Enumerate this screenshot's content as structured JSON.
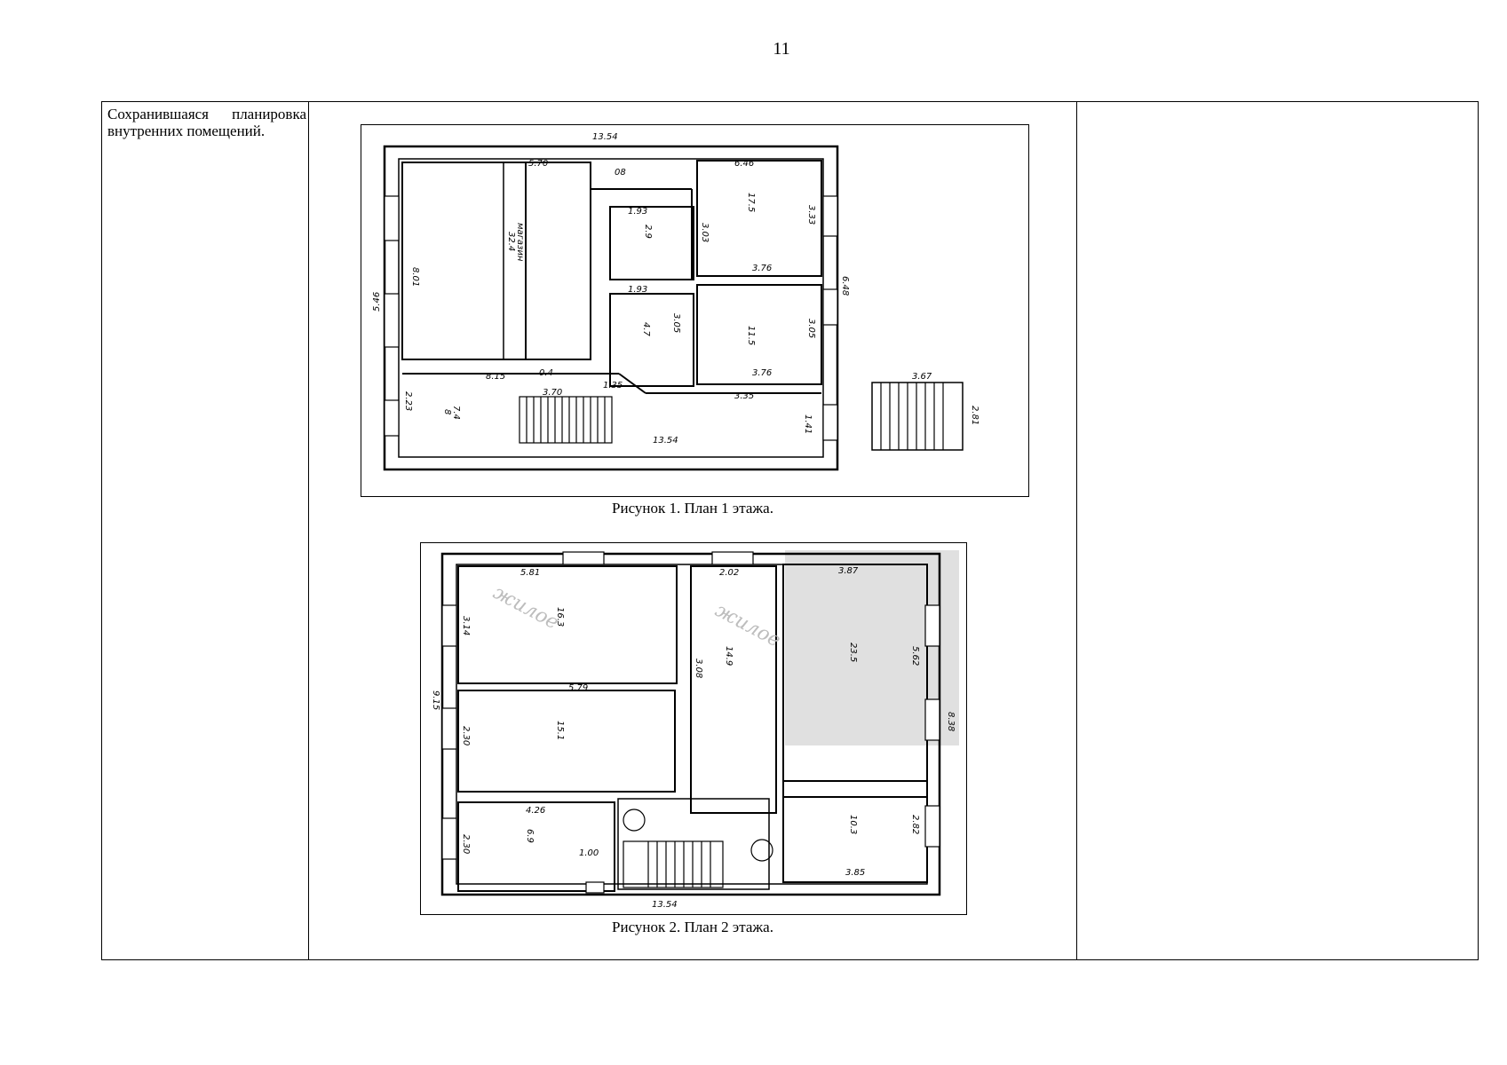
{
  "page": {
    "number": "11"
  },
  "row": {
    "description": "Сохранившаяся планировка внутренних помещений."
  },
  "figures": [
    {
      "caption": "Рисунок 1. План 1 этажа.",
      "dimensions": {
        "top_width": "13.54",
        "bottom_width": "13.54",
        "room_a_width": "5.70",
        "room_b_width": "6.46",
        "small1_width": "1.93",
        "small2_width": "1.93",
        "room_c_width": "3.76",
        "room_d_width": "3.76",
        "corridor_a": "8.15",
        "corridor_b": "3.35",
        "stair_len": "3.70",
        "porch_width": "3.67",
        "diag": "1.35",
        "left_height": "5.46",
        "left_inner": "8.01",
        "right_h1": "3.33",
        "right_h2": "3.05",
        "right_total": "6.48",
        "inner_h1": "3.03",
        "inner_h2": "3.05",
        "porch_h": "2.81",
        "left_low": "2.23",
        "label_corridor": "1.41",
        "mark_a": "08",
        "mark_b": "0.4"
      },
      "labels": {
        "room_big": "магазин",
        "room_big_area": "32.4",
        "room_b_area": "17.5",
        "room_c_area": "11.5",
        "small1_area": "2.9",
        "small2_area": "4.7",
        "corridor_area": "7.4",
        "corridor_num": "8"
      }
    },
    {
      "caption": "Рисунок 2. План 2 этажа.",
      "dimensions": {
        "bottom_width": "13.54",
        "room_a_width": "5.81",
        "room_b_width": "2.02",
        "room_c_width": "3.87",
        "room_d_width": "5.79",
        "room_e_width": "4.26",
        "room_f_width": "3.85",
        "left_h1": "3.14",
        "left_h2": "2.30",
        "left_h3": "2.30",
        "left_total": "9.15",
        "right_h1": "5.62",
        "right_h2": "2.82",
        "right_total": "8.38",
        "mid_h": "3.08",
        "small_w": "1.00"
      },
      "labels": {
        "room_a_area": "16.3",
        "room_d_area": "15.1",
        "room_mid_area": "14.9",
        "room_c_area": "23.5",
        "room_e_area": "6.9",
        "room_f_area": "10.3"
      },
      "stamps": [
        "жилое",
        "жилое"
      ]
    }
  ]
}
